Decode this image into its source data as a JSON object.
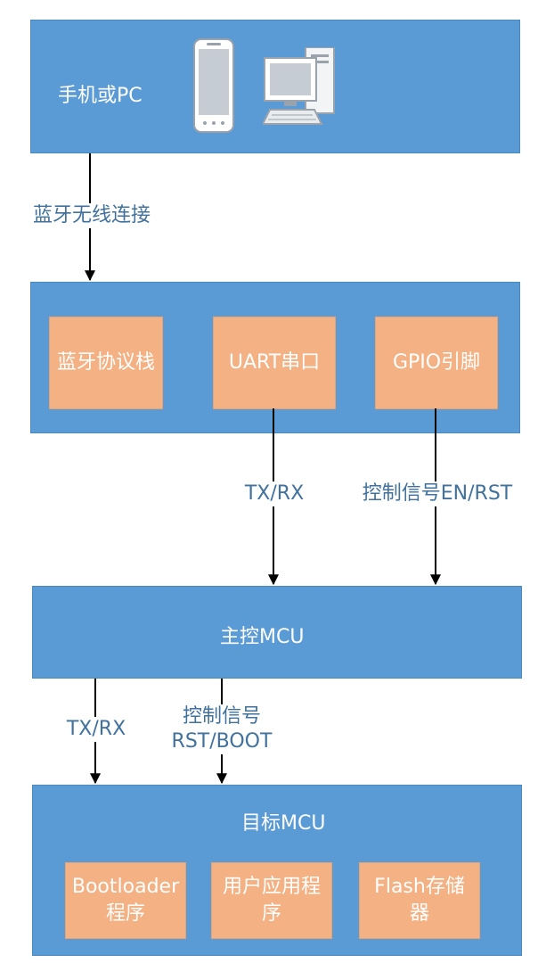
{
  "host": {
    "label": "手机或PC"
  },
  "edges": {
    "bluetooth": "蓝牙无线连接",
    "uart_txrx": "TX/RX",
    "gpio_ctrl": "控制信号EN/RST",
    "main_txrx": "TX/RX",
    "main_ctrl_line1": "控制信号",
    "main_ctrl_line2": "RST/BOOT"
  },
  "module": {
    "items": [
      "蓝牙协议栈",
      "UART串口",
      "GPIO引脚"
    ]
  },
  "main_mcu": {
    "label": "主控MCU"
  },
  "target_mcu": {
    "label": "目标MCU",
    "items": [
      "Bootloader\n程序",
      "用户应用程\n序",
      "Flash存储\n器"
    ]
  },
  "colors": {
    "block": "#5b9bd5",
    "sub": "#f4b183",
    "arrow": "#000000",
    "edge_text": "#41719c"
  }
}
